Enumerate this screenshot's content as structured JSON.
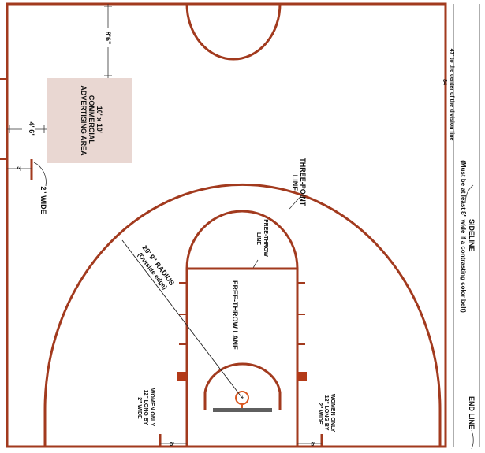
{
  "colors": {
    "line": "#a23a1e",
    "dim": "#333333",
    "ad_fill": "#e9d7d2",
    "backboard": "#5f5f5f",
    "rim": "#d9561f",
    "block": "#b33a18"
  },
  "labels": {
    "dim_8_6": "8'6\"",
    "ad_line1": "10' x 10'",
    "ad_line2": "COMMERCIAL",
    "ad_line3": "ADVERTISING AREA",
    "dim_4_6": "4' 6\"",
    "dim_3_top": "3'",
    "two_inch_wide": "2\" WIDE",
    "three_point_line_1": "THREE-POINT",
    "three_point_line_2": "LINE",
    "free_throw_line_1": "FREE-THROW",
    "free_throw_line_2": "LINE",
    "radius_1": "20' 9\" RADIUS",
    "radius_2": "(Outside edge)",
    "free_throw_lane": "FREE-THROW LANE",
    "women_left_1": "WOMEN ONLY",
    "women_left_2": "12\" LONG BY",
    "women_left_3": "2\" WIDE",
    "women_right_1": "WOMEN ONLY",
    "women_right_2": "12\" LONG BY",
    "women_right_3": "2\" WIDE",
    "dim_3_bottom_left": "3'",
    "dim_3_bottom_right": "3'",
    "division_note": "47' to the center of the division line",
    "division_num": "84",
    "sideline_1": "SIDELINE",
    "sideline_2": "(Must be at least 8\" wide if a contrasting color belt)",
    "end_line": "END LINE"
  }
}
